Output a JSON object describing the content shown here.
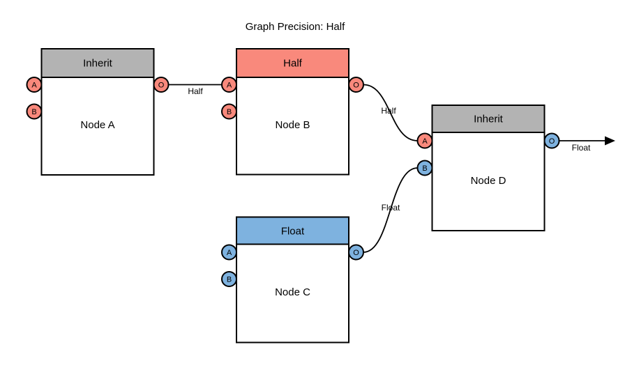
{
  "title": "Graph Precision: Half",
  "colors": {
    "gray": "#B3B3B3",
    "salmon": "#F9897C",
    "blue": "#7EB2DF",
    "white": "#FFFFFF",
    "black": "#000000"
  },
  "nodes": [
    {
      "id": "node-a",
      "header": "Inherit",
      "label": "Node A",
      "header_fill": "#B3B3B3",
      "ports": {
        "a": "A",
        "b": "B",
        "o": "O"
      },
      "port_fills": {
        "a": "#F9897C",
        "b": "#F9897C",
        "o": "#F9897C"
      }
    },
    {
      "id": "node-b",
      "header": "Half",
      "label": "Node B",
      "header_fill": "#F9897C",
      "ports": {
        "a": "A",
        "b": "B",
        "o": "O"
      },
      "port_fills": {
        "a": "#F9897C",
        "b": "#F9897C",
        "o": "#F9897C"
      }
    },
    {
      "id": "node-c",
      "header": "Float",
      "label": "Node C",
      "header_fill": "#7EB2DF",
      "ports": {
        "a": "A",
        "b": "B",
        "o": "O"
      },
      "port_fills": {
        "a": "#7EB2DF",
        "b": "#7EB2DF",
        "o": "#7EB2DF"
      }
    },
    {
      "id": "node-d",
      "header": "Inherit",
      "label": "Node D",
      "header_fill": "#B3B3B3",
      "ports": {
        "a": "A",
        "b": "B",
        "o": "O"
      },
      "port_fills": {
        "a": "#F9897C",
        "b": "#7EB2DF",
        "o": "#7EB2DF"
      }
    }
  ],
  "edges": [
    {
      "from": "node-a.o",
      "to": "node-b.a",
      "label": "Half"
    },
    {
      "from": "node-b.o",
      "to": "node-d.a",
      "label": "Half"
    },
    {
      "from": "node-c.o",
      "to": "node-d.b",
      "label": "Float"
    },
    {
      "from": "node-d.o",
      "to": "graph-output",
      "label": "Float"
    }
  ]
}
